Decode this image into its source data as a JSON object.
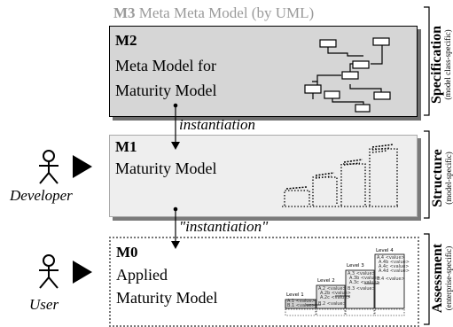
{
  "title": {
    "code": "M3",
    "text": "Meta Meta Model (by UML)"
  },
  "layers": {
    "m2": {
      "code": "M2",
      "line1": "Meta Model for",
      "line2": "Maturity Model"
    },
    "m1": {
      "code": "M1",
      "line1": "Maturity Model"
    },
    "m0": {
      "code": "M0",
      "line1": "Applied",
      "line2": "Maturity Model"
    }
  },
  "arrows": {
    "a1": "instantiation",
    "a2": "\"instantiation\""
  },
  "roles": {
    "developer": "Developer",
    "user": "User"
  },
  "side_labels": {
    "spec": {
      "big": "Specification",
      "small": "(model class-specific)"
    },
    "struct": {
      "big": "Structure",
      "small": "(model-specific)"
    },
    "assess": {
      "big": "Assessment",
      "small": "(enterprise-specific)"
    }
  },
  "m0_chart": {
    "levels": [
      "Level 1",
      "Level 2",
      "Level 3",
      "Level 4"
    ],
    "entries": [
      [
        "A.1 <value>",
        "B.1 <value>"
      ],
      [
        "A.2 <value>",
        "A.2b <value>",
        "A.2c <value>",
        "B.2 <value>"
      ],
      [
        "A.3 <value>",
        "A.3b <value>",
        "A.3c <value>",
        "B.3 <value>"
      ],
      [
        "A.4 <value>",
        "A.4b <value>",
        "A.4c <value>",
        "A.4d <value>",
        "B.4 <value>"
      ]
    ]
  },
  "colors": {
    "m2_fill": "#d6d6d6",
    "m1_fill": "#eeeeee",
    "title_gray": "#9a9a9a"
  }
}
